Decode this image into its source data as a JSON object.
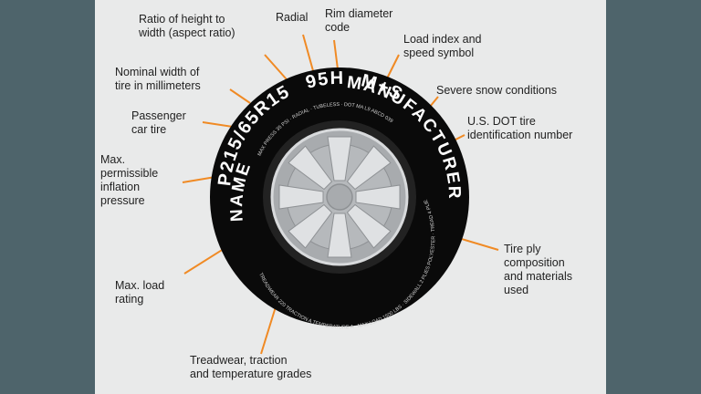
{
  "tire": {
    "size_code": "P215/65R15",
    "load_speed": "95H",
    "snow_mark": "M+S",
    "name": "NAME",
    "manufacturer": "MANUFACTURER",
    "small_text_top": "MAX PRESS 35 PSI · RADIAL · TUBELESS · DOT MA L9 ABCD 039",
    "small_text_bottom": "TREADWEAR 220 TRACTION A TEMPERATURE A · MAX LOAD 1500 LBS · SIDEWALL 2 PLIES POLYESTER · TREAD 4 PLIES"
  },
  "callouts": [
    {
      "id": "aspect",
      "text": "Ratio of height to\nwidth (aspect ratio)"
    },
    {
      "id": "radial",
      "text": "Radial"
    },
    {
      "id": "rim",
      "text": "Rim diameter\ncode"
    },
    {
      "id": "load-index",
      "text": "Load index and\nspeed symbol"
    },
    {
      "id": "nominal-width",
      "text": "Nominal width of\ntire in millimeters"
    },
    {
      "id": "snow",
      "text": "Severe snow conditions"
    },
    {
      "id": "passenger",
      "text": "Passenger\ncar tire"
    },
    {
      "id": "dot",
      "text": "U.S. DOT tire\nidentification number"
    },
    {
      "id": "inflation",
      "text": "Max.\npermissible\ninflation\npressure"
    },
    {
      "id": "ply",
      "text": "Tire ply\ncomposition\nand materials\nused"
    },
    {
      "id": "max-load",
      "text": "Max. load\nrating"
    },
    {
      "id": "treadwear",
      "text": "Treadwear, traction\nand temperature grades"
    }
  ],
  "colors": {
    "background": "#4a5f66",
    "panel": "#e9eaea",
    "tire": "#0a0a0a",
    "rim": "#a8abae",
    "leader": "#f08a24",
    "text": "#222222"
  }
}
